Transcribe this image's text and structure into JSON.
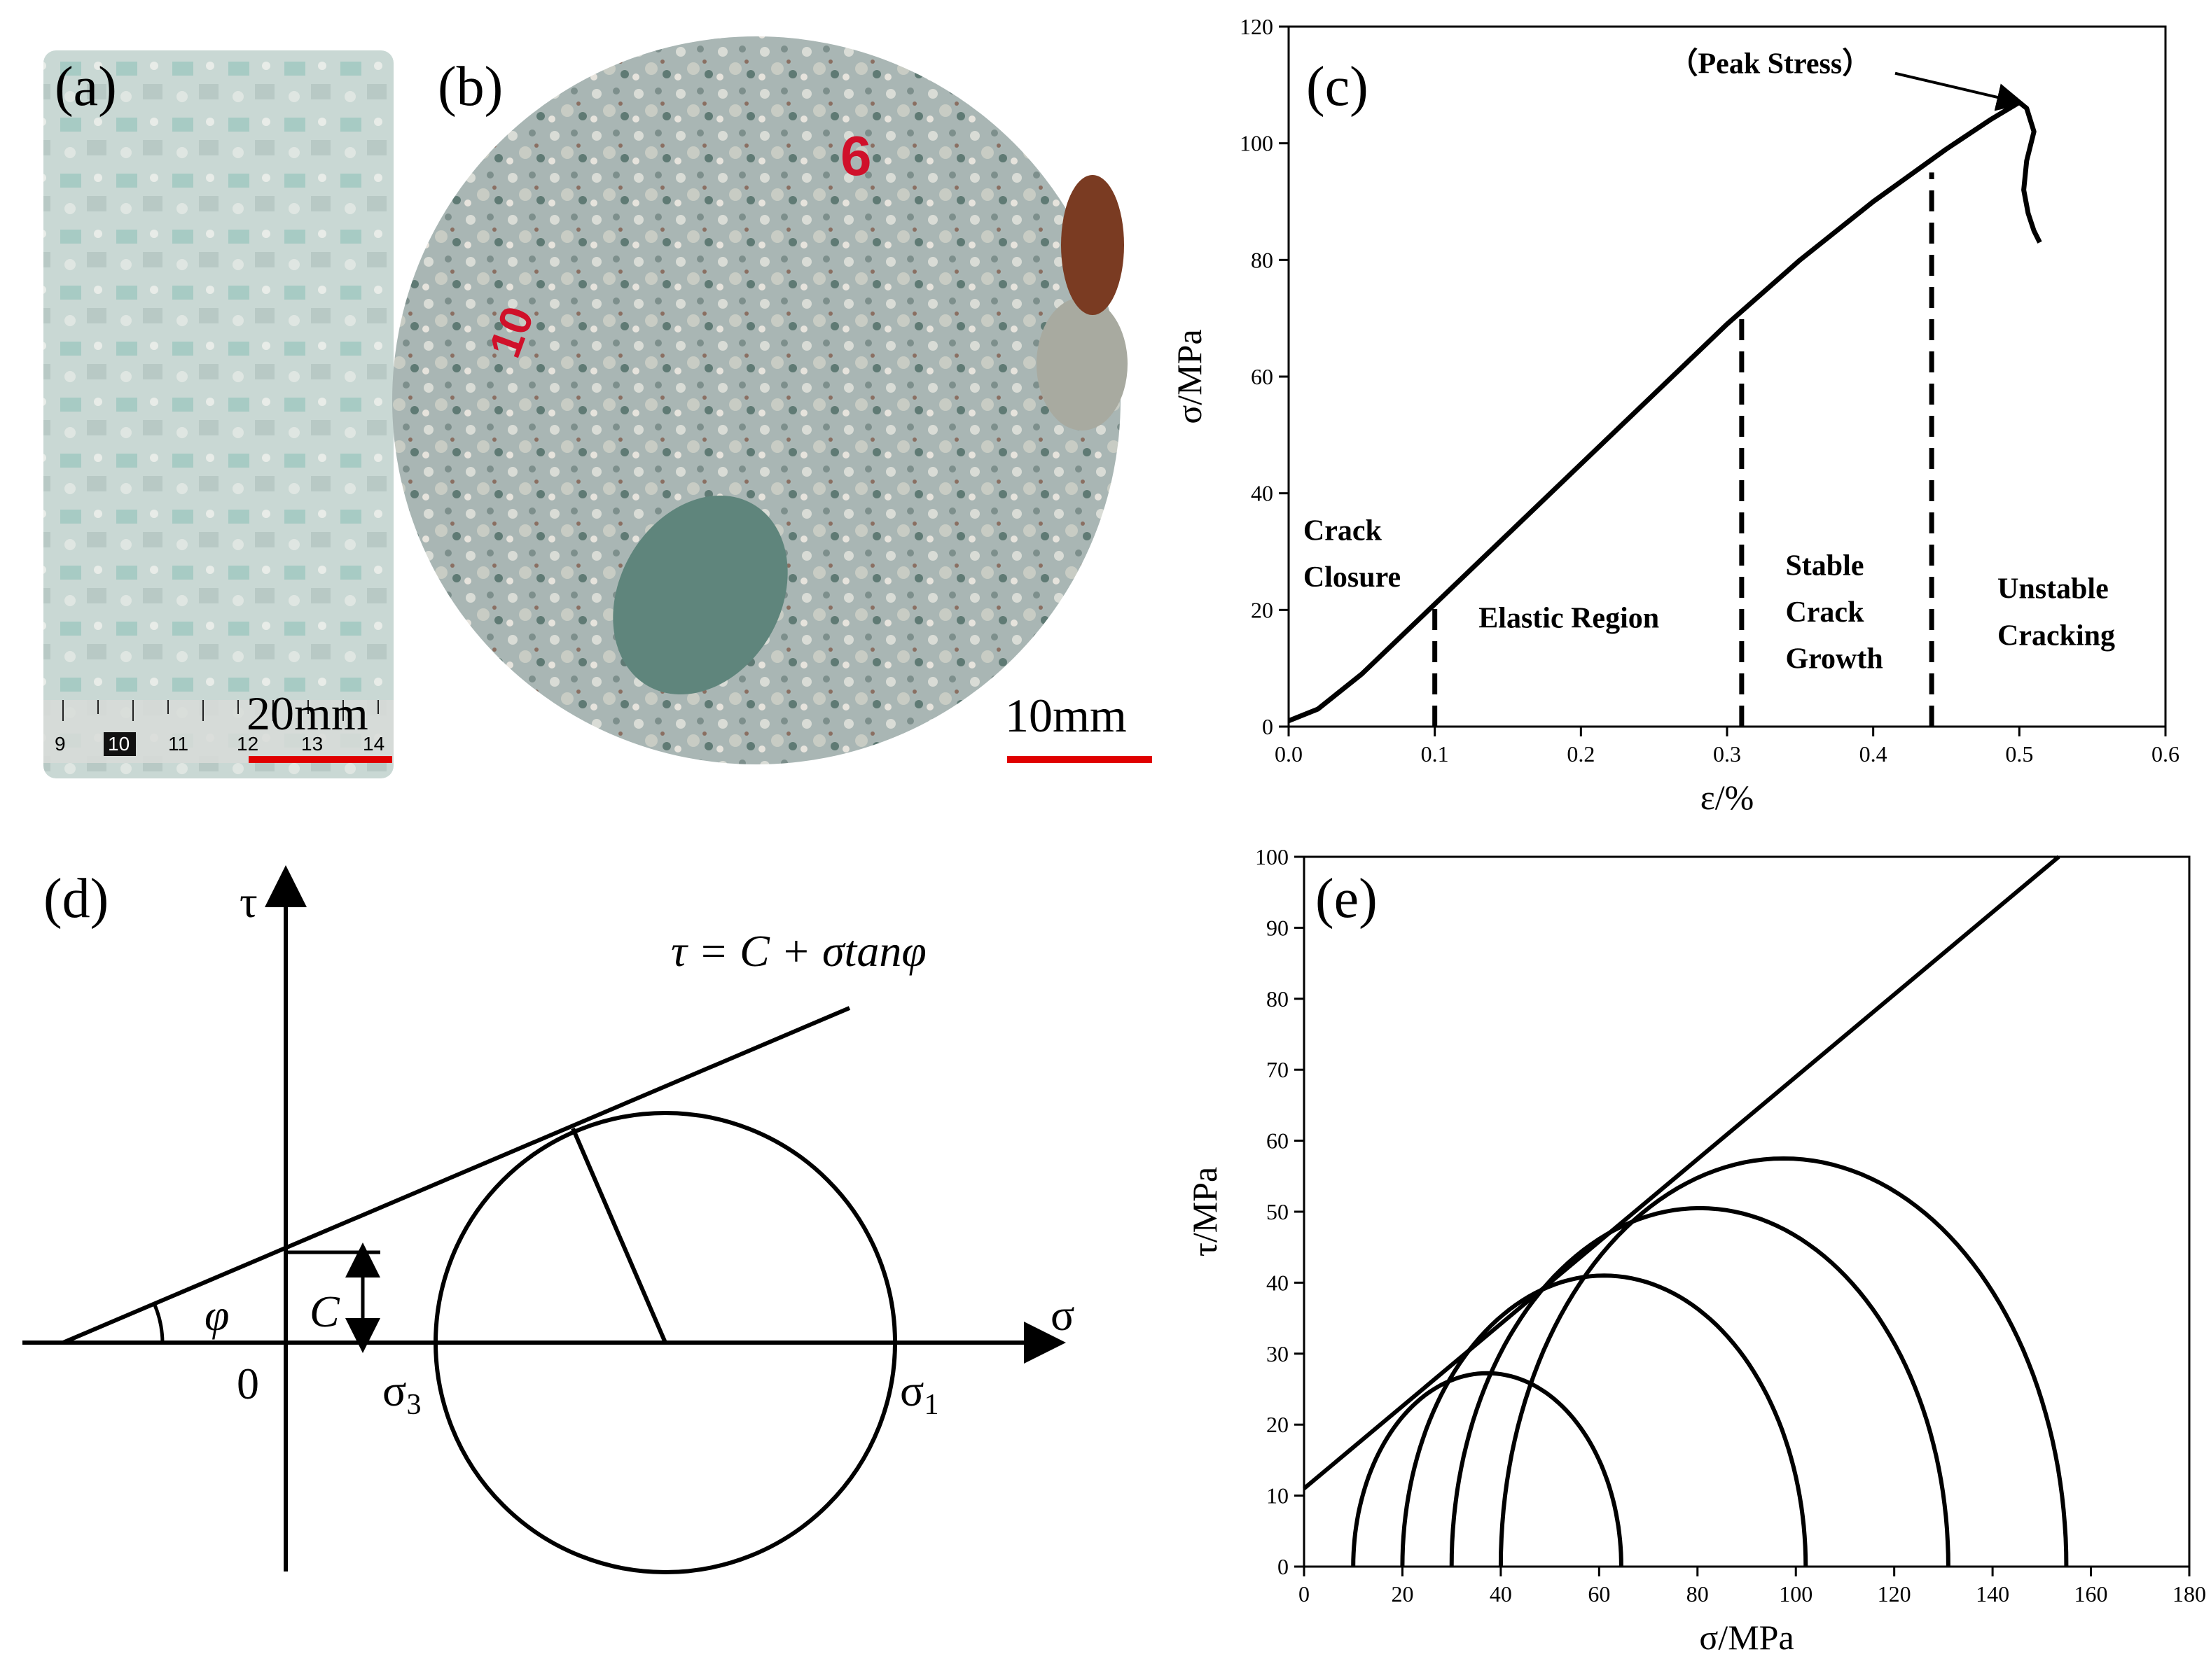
{
  "panels": {
    "a": {
      "label": "(a)",
      "scale_bar_text": "20mm",
      "ruler_numbers": [
        "9",
        "10",
        "11",
        "12",
        "13",
        "14"
      ]
    },
    "b": {
      "label": "(b)",
      "scale_bar_text": "10mm",
      "marks": [
        "6",
        "10"
      ]
    },
    "c": {
      "label": "(c)"
    },
    "d": {
      "label": "(d)"
    },
    "e": {
      "label": "(e)"
    }
  },
  "colors": {
    "scale_bar": "#e00000",
    "core_face": "#9fb0b0",
    "core_side": "#c9d8d4",
    "line": "#000000",
    "background": "#ffffff"
  },
  "chart_data": [
    {
      "id": "c",
      "type": "line",
      "xlabel": "ε/%",
      "ylabel": "σ/MPa",
      "xlim": [
        0.0,
        0.6
      ],
      "ylim": [
        0,
        120
      ],
      "xticks": [
        "0.0",
        "0.1",
        "0.2",
        "0.3",
        "0.4",
        "0.5",
        "0.6"
      ],
      "yticks": [
        "0",
        "20",
        "40",
        "60",
        "80",
        "100",
        "120"
      ],
      "series": [
        {
          "x": [
            0.0,
            0.02,
            0.05,
            0.1,
            0.15,
            0.2,
            0.25,
            0.3,
            0.35,
            0.4,
            0.45,
            0.48,
            0.5,
            0.505,
            0.51,
            0.505,
            0.503,
            0.506,
            0.51,
            0.514
          ],
          "y": [
            1,
            3,
            9,
            21,
            33,
            45,
            57,
            69,
            80,
            90,
            99,
            104,
            107,
            106,
            102,
            97,
            92,
            88,
            85,
            83
          ]
        }
      ],
      "vlines": [
        {
          "x": 0.1,
          "y_top": 21
        },
        {
          "x": 0.31,
          "y_top": 70
        },
        {
          "x": 0.44,
          "y_top": 95
        }
      ],
      "annotations": [
        {
          "text": "Crack",
          "x": 0.01,
          "y": 32
        },
        {
          "text": "Closure",
          "x": 0.01,
          "y": 24
        },
        {
          "text": "Elastic Region",
          "x": 0.13,
          "y": 17
        },
        {
          "text": "Stable",
          "x": 0.34,
          "y": 26
        },
        {
          "text": "Crack",
          "x": 0.34,
          "y": 18
        },
        {
          "text": "Growth",
          "x": 0.34,
          "y": 10
        },
        {
          "text": "Unstable",
          "x": 0.485,
          "y": 22
        },
        {
          "text": "Cracking",
          "x": 0.485,
          "y": 14
        },
        {
          "text": "（Peak Stress）",
          "x": 0.26,
          "y": 112
        }
      ],
      "peak_arrow": {
        "from_x": 0.415,
        "from_y": 112,
        "to_x": 0.5,
        "to_y": 107
      }
    },
    {
      "id": "e",
      "type": "line",
      "xlabel": "σ/MPa",
      "ylabel": "τ/MPa",
      "xlim": [
        0,
        180
      ],
      "ylim": [
        0,
        100
      ],
      "xticks": [
        "0",
        "20",
        "40",
        "60",
        "80",
        "100",
        "120",
        "140",
        "160",
        "180"
      ],
      "yticks": [
        "0",
        "10",
        "20",
        "30",
        "40",
        "50",
        "60",
        "70",
        "80",
        "90",
        "100"
      ],
      "envelope": {
        "intercept": 11,
        "slope": 0.58
      },
      "circles": [
        {
          "sigma3": 10,
          "sigma1": 64.5
        },
        {
          "sigma3": 20,
          "sigma1": 102
        },
        {
          "sigma3": 30,
          "sigma1": 131
        },
        {
          "sigma3": 40,
          "sigma1": 155
        }
      ]
    }
  ],
  "schematic_d": {
    "equation": "τ = C + σtanφ",
    "tau_axis": "τ",
    "sigma_axis": "σ",
    "origin": "0",
    "sigma3": "σ",
    "sigma3_sub": "3",
    "sigma1": "σ",
    "sigma1_sub": "1",
    "phi": "φ",
    "cohesion": "C"
  }
}
